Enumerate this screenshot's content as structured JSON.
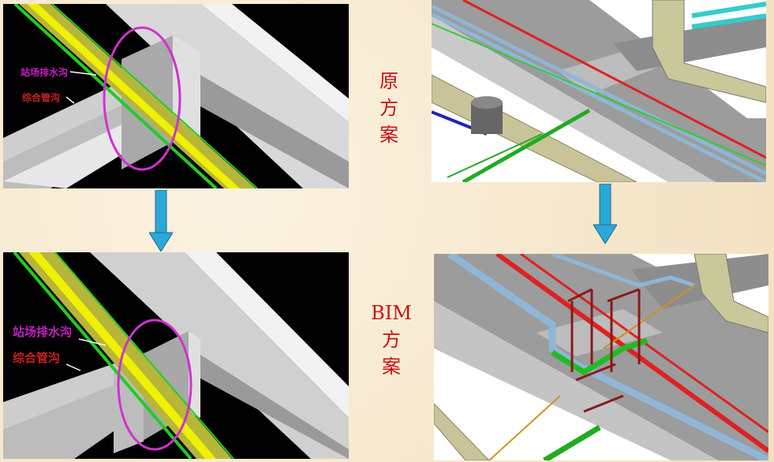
{
  "labels": {
    "drain": "站场排水沟",
    "trench": "综合管沟"
  },
  "titles": {
    "original_line1": "原",
    "original_line2": "方",
    "original_line3": "案",
    "bim_line1": "BIM",
    "bim_line2": "方",
    "bim_line3": "案"
  },
  "colors": {
    "title_red": "#cc1010",
    "drain_label": "#c020c0",
    "trench_label": "#cc2020",
    "arrow": "#2aa8d8",
    "highlight_ellipse": "#d030d0"
  }
}
